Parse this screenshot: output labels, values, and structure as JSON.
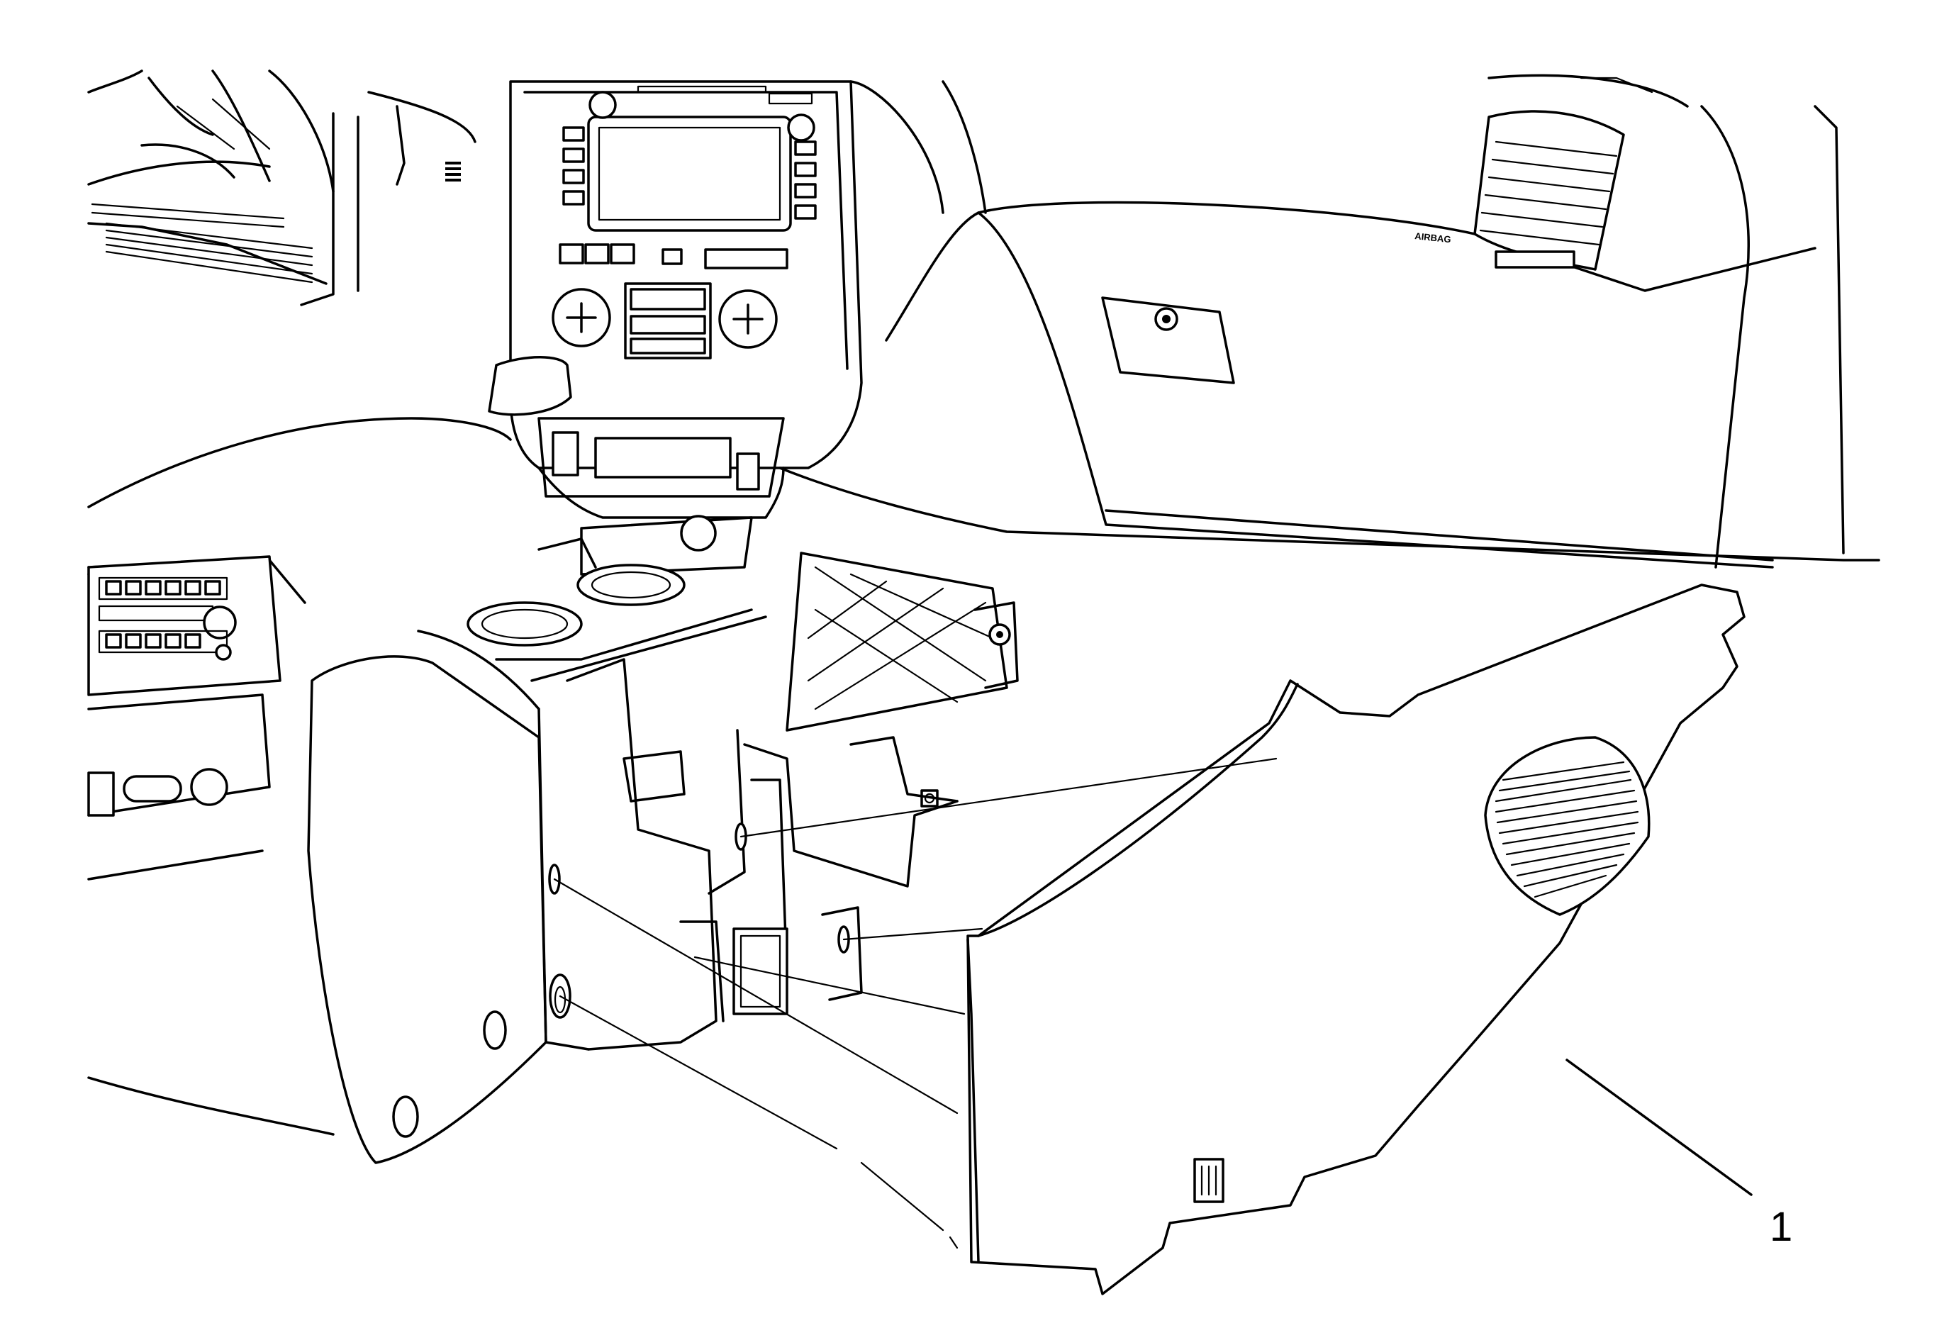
{
  "diagram": {
    "callouts": [
      {
        "id": "1",
        "label": "1"
      }
    ],
    "printed_text": {
      "airbag_label": "AIRBAG"
    },
    "colors": {
      "line": "#000000",
      "background": "#ffffff"
    }
  }
}
